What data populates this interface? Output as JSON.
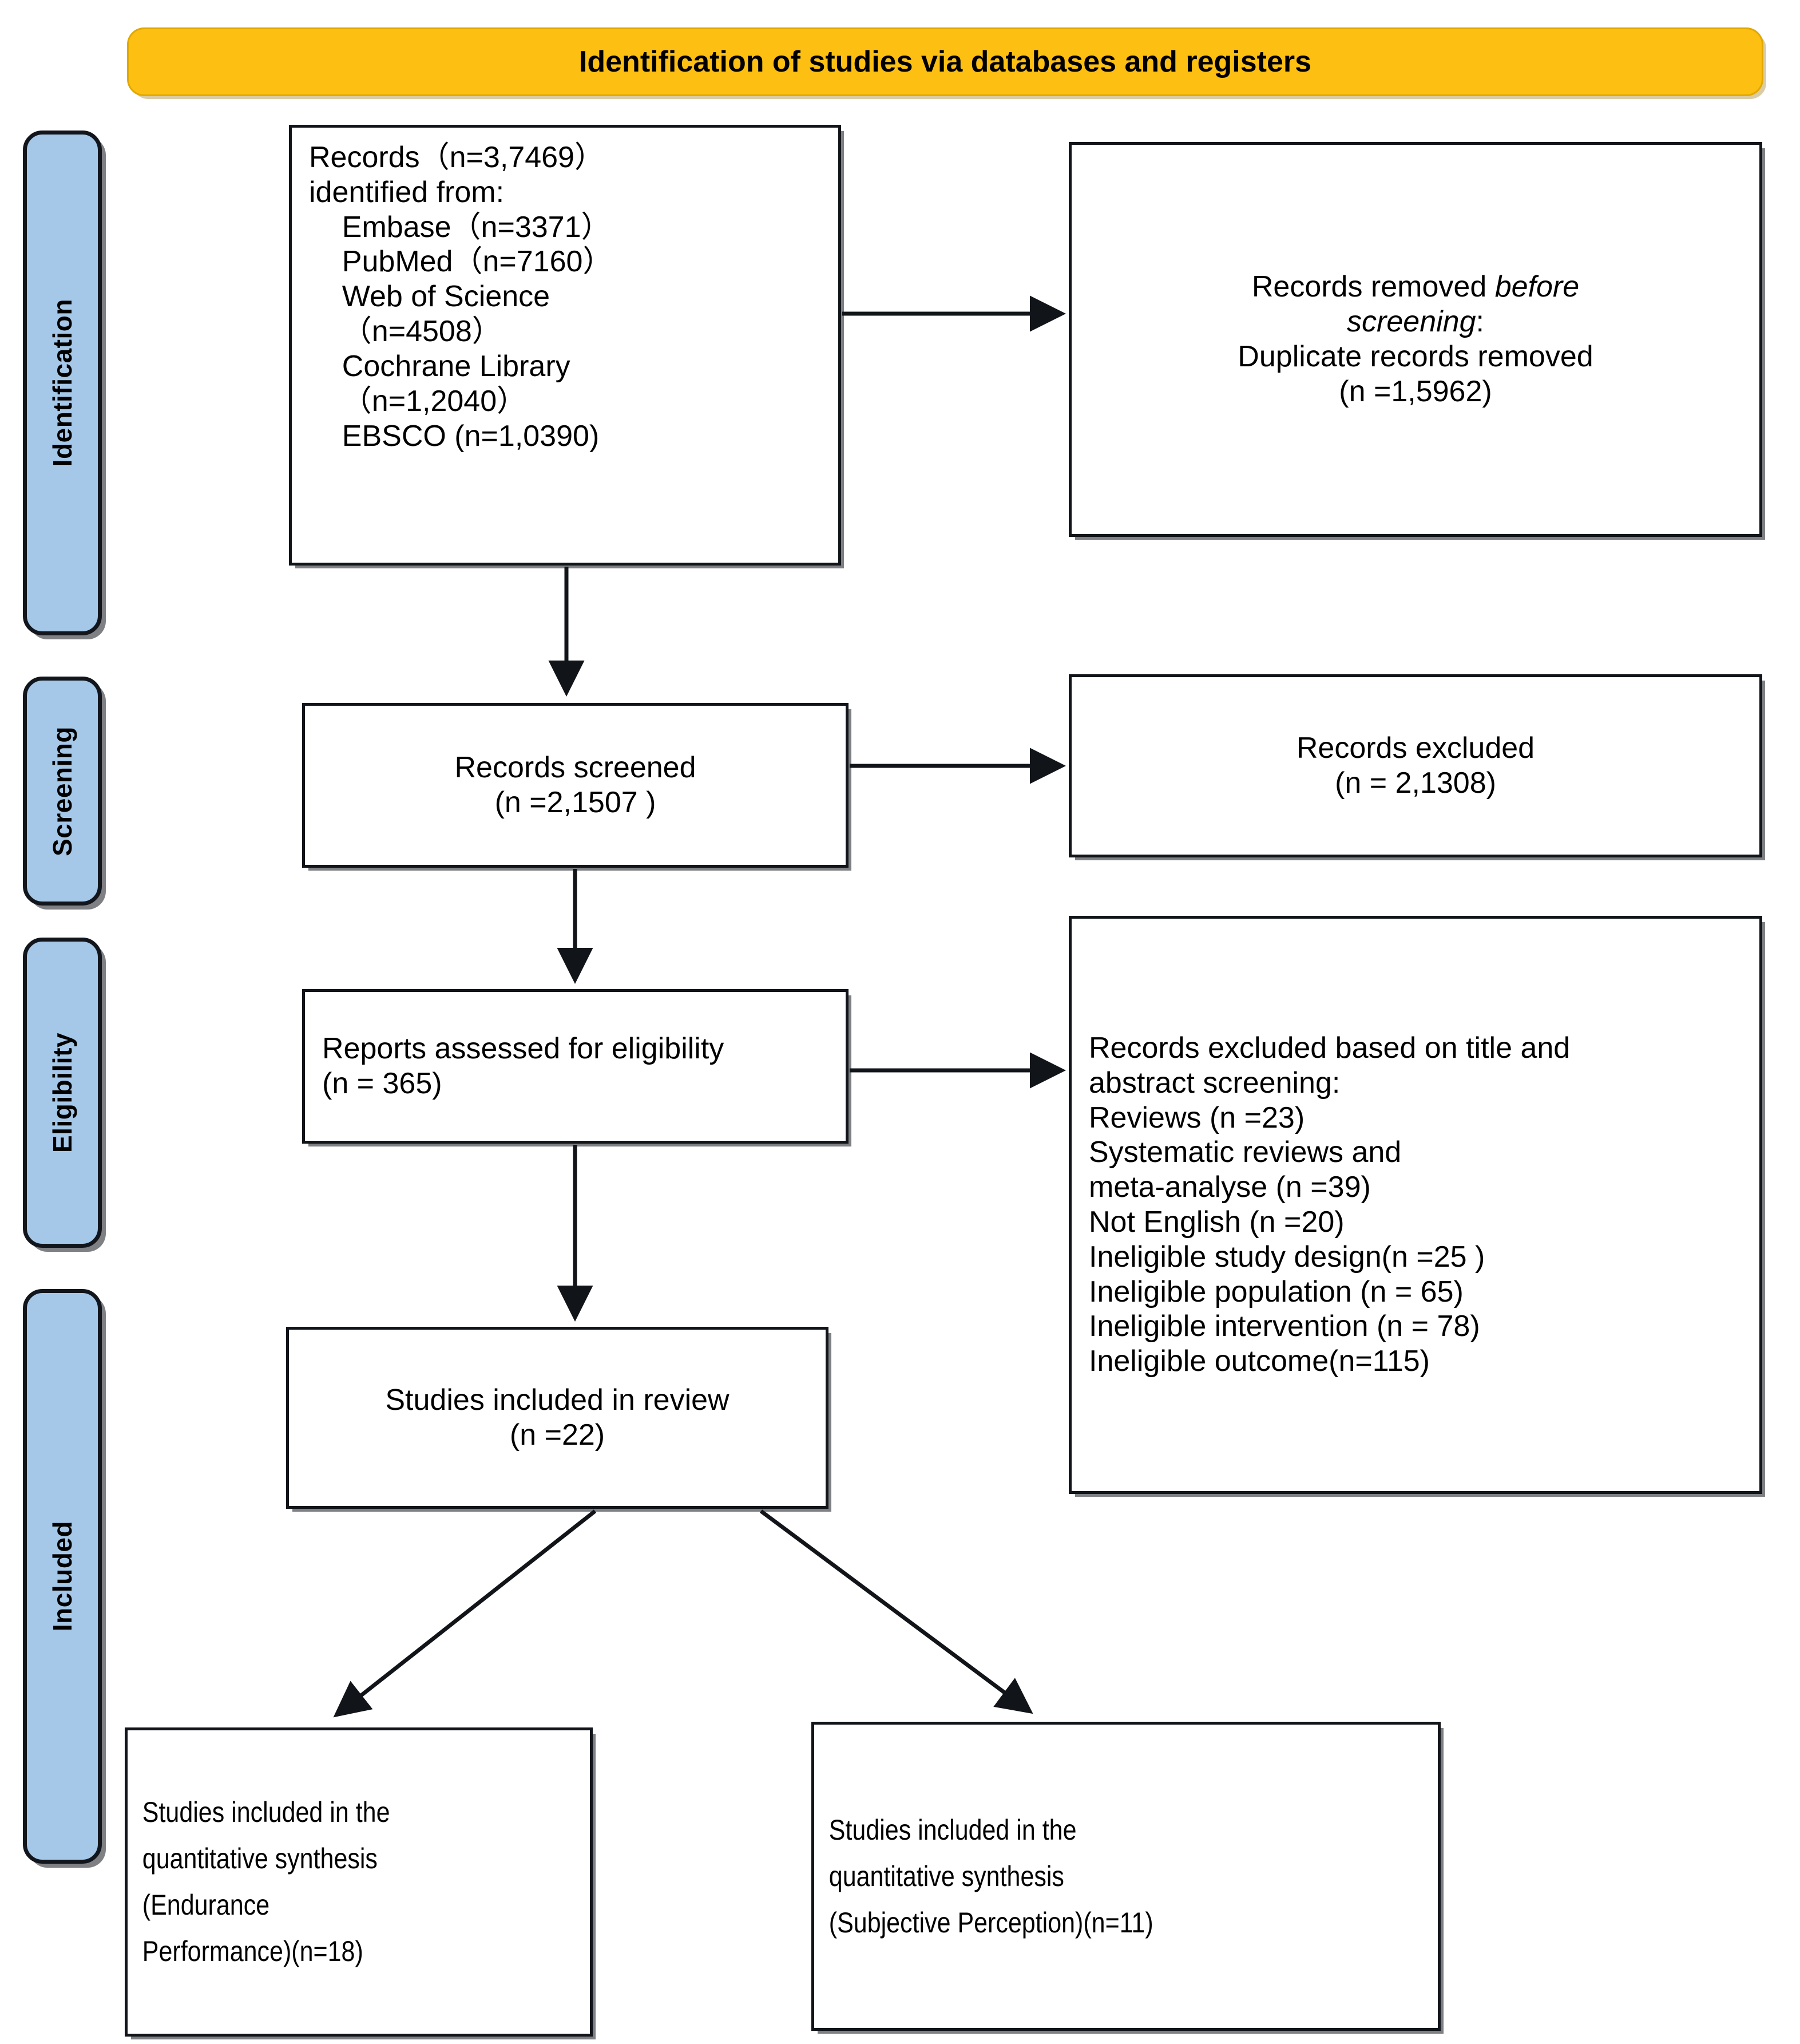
{
  "header": {
    "title": "Identification of studies via databases and registers",
    "color": "#FCBF12"
  },
  "phases": [
    {
      "label": "Identification"
    },
    {
      "label": "Screening"
    },
    {
      "label": "Eligibility"
    },
    {
      "label": "Included"
    }
  ],
  "phase_color": "#a5c7e8",
  "boxes": {
    "records_identified": {
      "text": "Records（n=3,7469）\nidentified from:\n    Embase（n=3371）\n    PubMed（n=7160）\n    Web of Science\n    （n=4508）\n    Cochrane Library\n    （n=1,2040）\n    EBSCO (n=1,0390)"
    },
    "records_removed": {
      "line1": "Records removed ",
      "italic1": "before",
      "italic2": "screening",
      "line2": ":",
      "line3": "Duplicate records removed",
      "line4": "(n =1,5962)"
    },
    "records_screened": {
      "text": "Records screened\n(n =2,1507 )"
    },
    "records_excluded": {
      "text": "Records excluded\n(n = 2,1308)"
    },
    "reports_assessed": {
      "text": "Reports assessed for eligibility\n(n = 365)"
    },
    "excluded_reasons": {
      "text": "Records excluded based on title and\nabstract screening:\nReviews (n =23)\nSystematic reviews and\nmeta-analyse (n =39)\nNot English (n =20)\nIneligible study design(n =25 )\nIneligible population (n = 65)\nIneligible intervention (n = 78)\nIneligible outcome(n=115)"
    },
    "studies_included": {
      "text": "Studies included in review\n(n =22)"
    },
    "synthesis_endurance": {
      "text": "Studies included in the\nquantitative synthesis\n(Endurance\nPerformance)(n=18)"
    },
    "synthesis_subjective": {
      "text": "Studies included in the\nquantitative synthesis\n(Subjective Perception)(n=11)"
    }
  }
}
